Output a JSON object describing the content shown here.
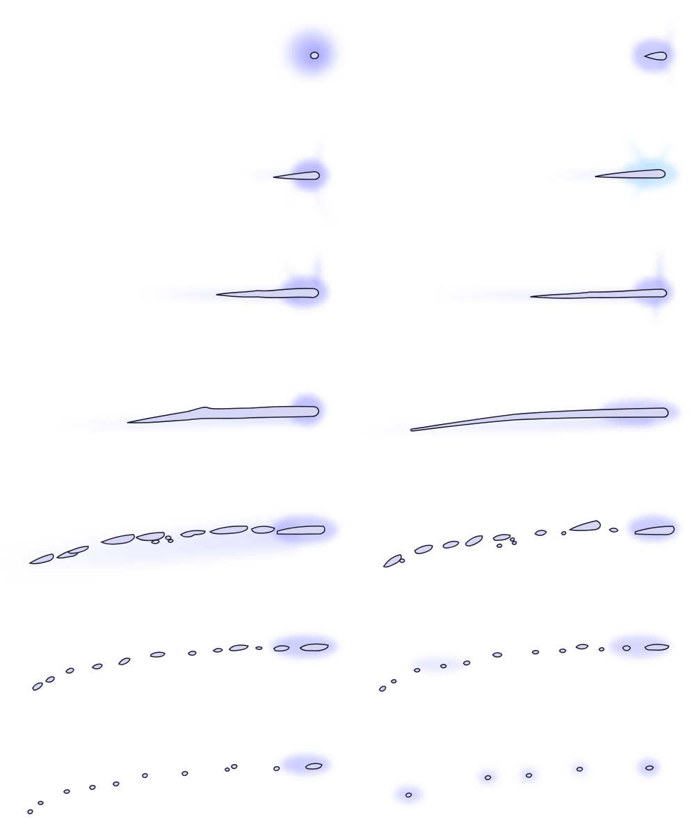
{
  "colors": {
    "background": "#ffffff",
    "outline": "#1a1a2e",
    "body_fill": "#d6d6f5",
    "glow": "#8f8fff",
    "glow_cyan": "#9fd4ff",
    "trail": "#c8c8ff"
  },
  "frames": [
    {
      "stage": "point",
      "side": "left",
      "glow": "round"
    },
    {
      "stage": "point",
      "side": "right",
      "glow": "rayed"
    },
    {
      "stage": "streak",
      "side": "left",
      "glow": "rayed"
    },
    {
      "stage": "streak",
      "side": "right",
      "glow": "cyan-rayed"
    },
    {
      "stage": "elongated",
      "side": "left",
      "glow": "rayed"
    },
    {
      "stage": "elongated",
      "side": "right",
      "glow": "rayed"
    },
    {
      "stage": "long-streak",
      "side": "left",
      "glow": "round"
    },
    {
      "stage": "long-streak",
      "side": "right",
      "glow": "elongated"
    },
    {
      "stage": "breaking-up",
      "side": "left",
      "glow": "elongated"
    },
    {
      "stage": "breaking-up",
      "side": "right",
      "glow": "elongated"
    },
    {
      "stage": "fragments",
      "side": "left",
      "glow": "elongated"
    },
    {
      "stage": "fragments",
      "side": "right",
      "glow": "elongated"
    },
    {
      "stage": "scattered-fragments",
      "side": "left",
      "glow": "elongated"
    },
    {
      "stage": "scattered-fragments",
      "side": "right",
      "glow": "small"
    }
  ]
}
